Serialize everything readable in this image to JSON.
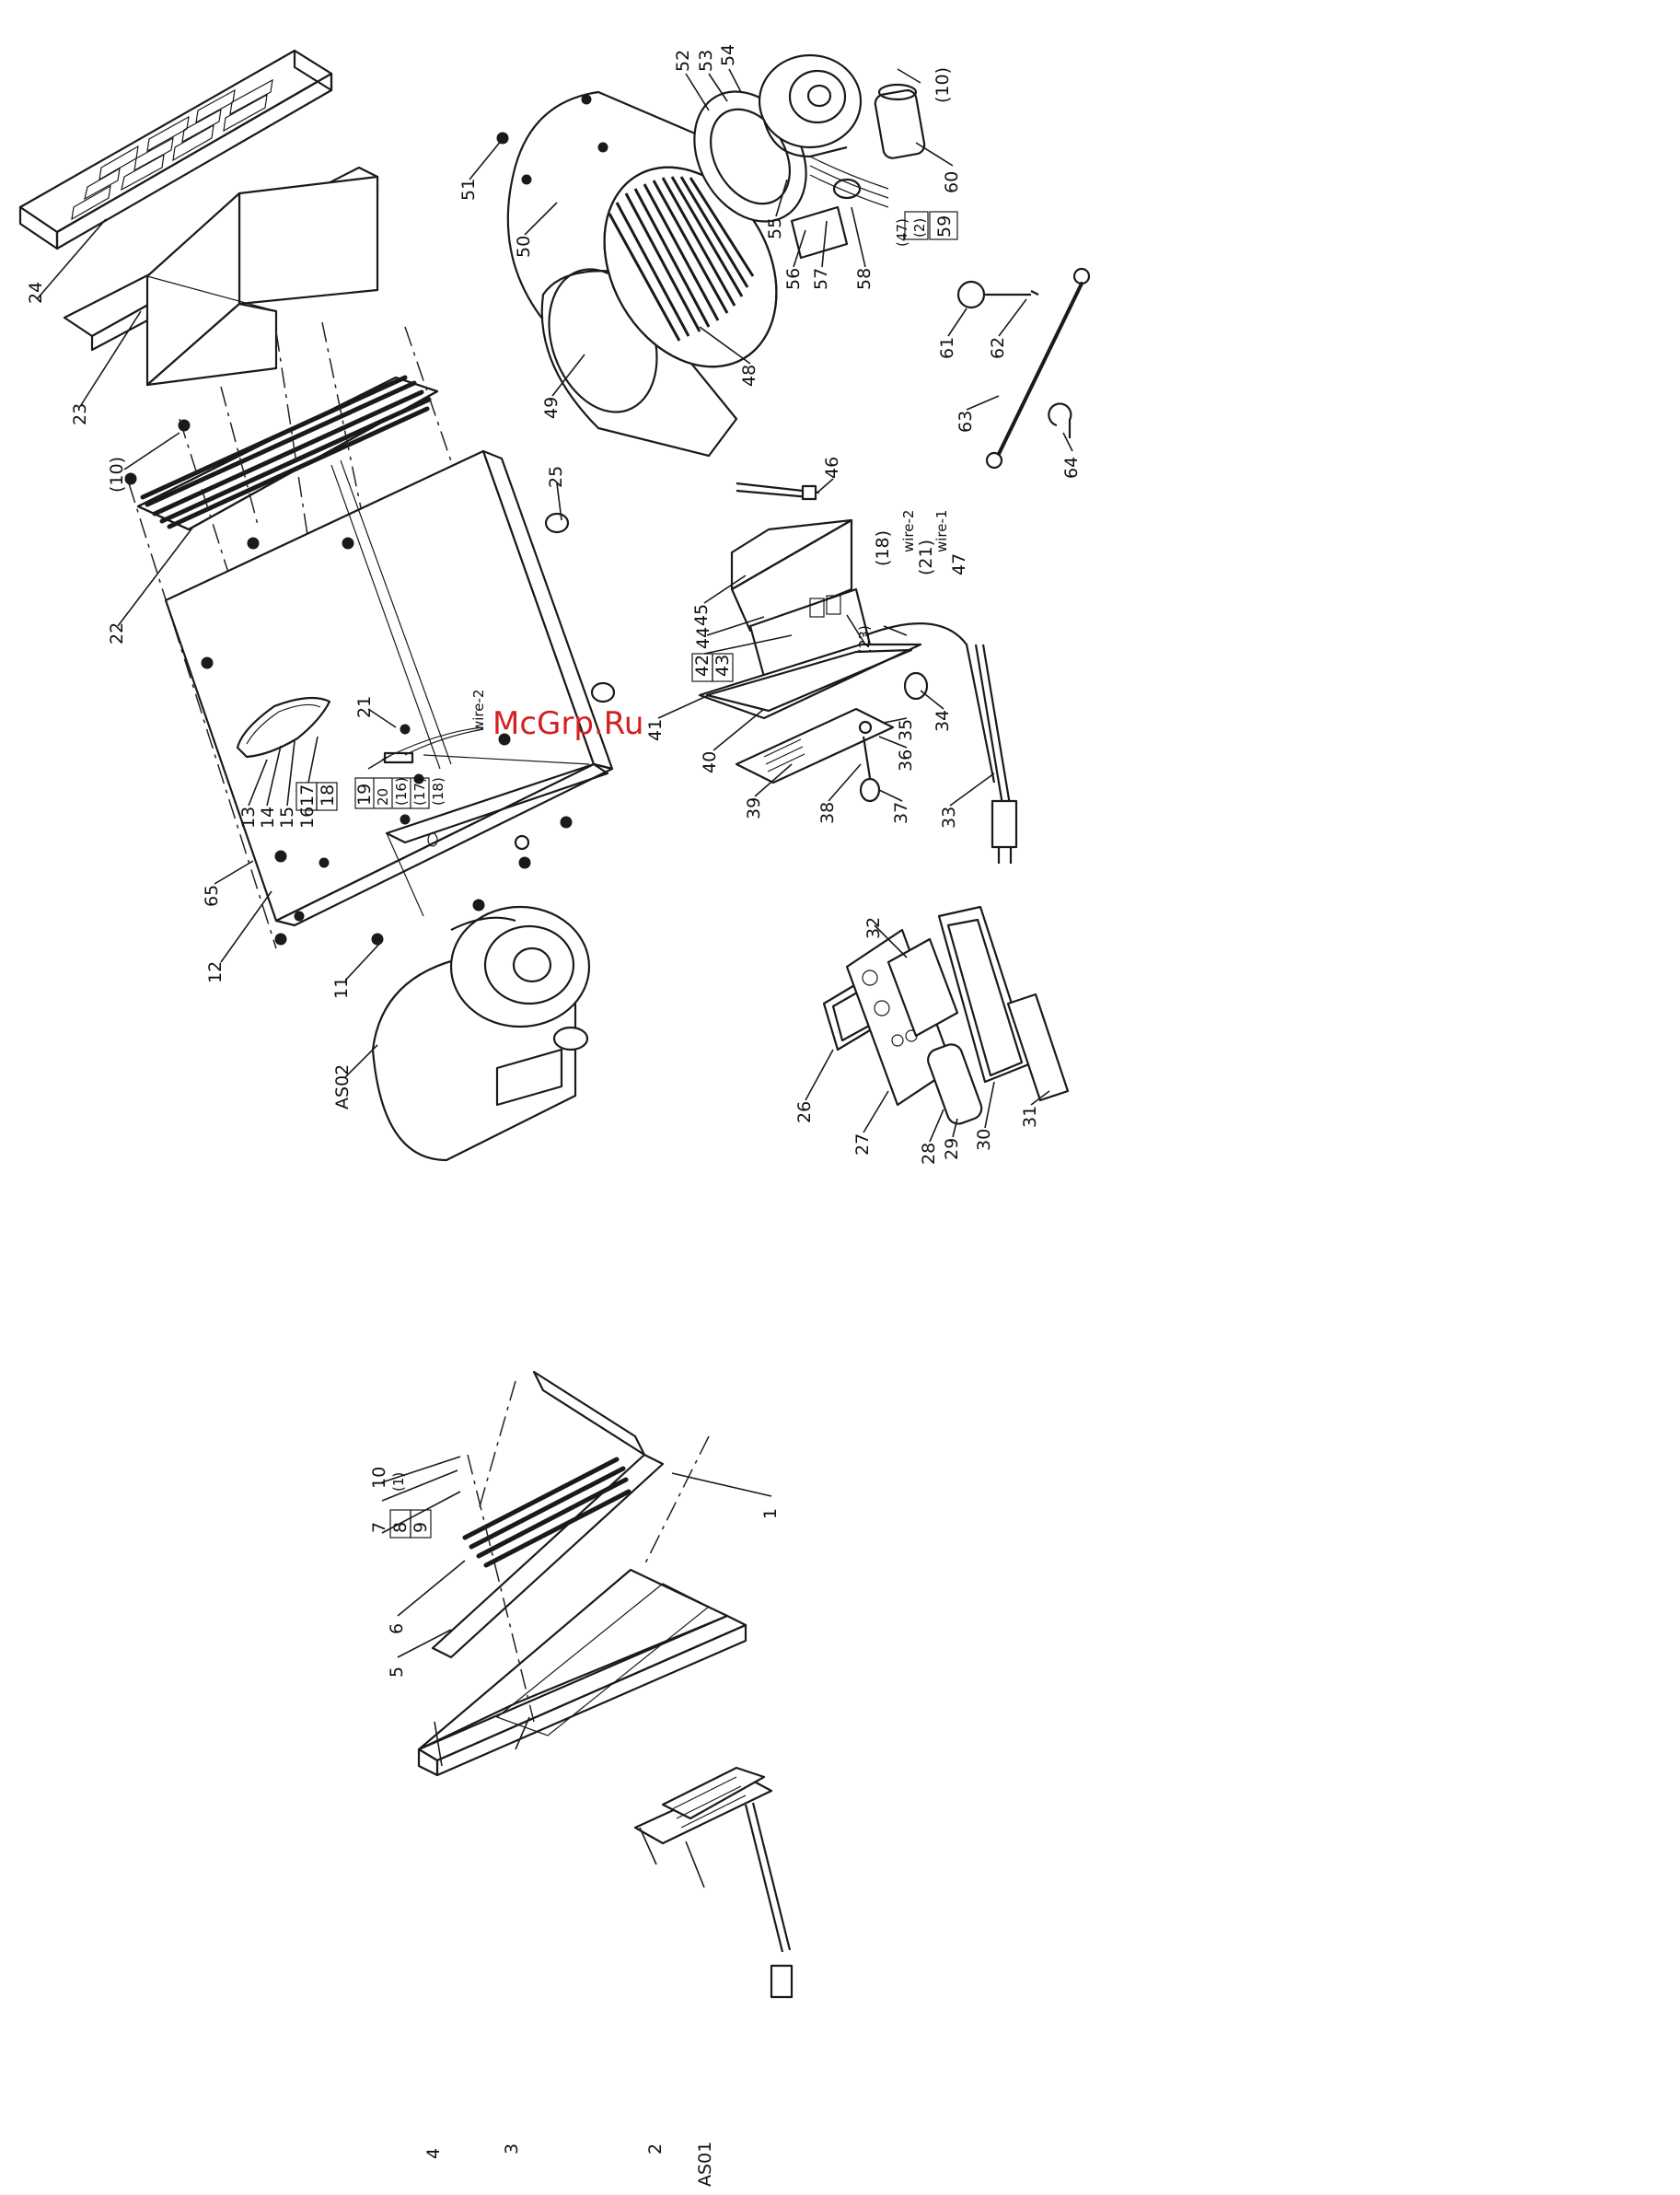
{
  "watermark": "McGrp.Ru",
  "callouts": {
    "c1": "1",
    "c2": "2",
    "c3": "3",
    "c4": "4",
    "c5": "5",
    "c6": "6",
    "c7": "7",
    "c8": "8",
    "c9": "9",
    "c10": "10",
    "c10p": "(1)",
    "cAS01": "AS01",
    "cAS02": "AS02",
    "c11": "11",
    "c12": "12",
    "c13": "13",
    "c14": "14",
    "c15": "15",
    "c16": "16",
    "c17": "17",
    "c18": "18",
    "c19": "19",
    "c20": "20",
    "c16p": "(16)",
    "c17p": "(17)",
    "c18p": "(18)",
    "c21": "21",
    "cWire2a": "wire-2",
    "c22": "22",
    "c10b": "(10)",
    "c23": "23",
    "c24": "24",
    "c25": "25",
    "c26": "26",
    "c27": "27",
    "c28": "28",
    "c29": "29",
    "c30": "30",
    "c31": "31",
    "c32": "32",
    "c33": "33",
    "c34": "34",
    "c35": "35",
    "c36": "36",
    "c37": "37",
    "c38": "38",
    "c39": "39",
    "c40": "40",
    "c41": "41",
    "c42": "42",
    "c43": "43",
    "c44": "44",
    "c45": "45",
    "c46": "46",
    "c47": "47",
    "c18b": "(18)",
    "c21b": "(21)",
    "c23b": "(23)",
    "cWire2b": "wire-2",
    "cWire1": "wire-1",
    "c48": "48",
    "c49": "49",
    "c50": "50",
    "c51": "51",
    "c52": "52",
    "c53": "53",
    "c54": "54",
    "c55": "55",
    "c56": "56",
    "c57": "57",
    "c58": "58",
    "c59": "59",
    "c2p": "(2)",
    "c47p": "(47)",
    "c60": "60",
    "c10c": "(10)",
    "c61": "61",
    "c62": "62",
    "c63": "63",
    "c64": "64",
    "c65": "65"
  }
}
